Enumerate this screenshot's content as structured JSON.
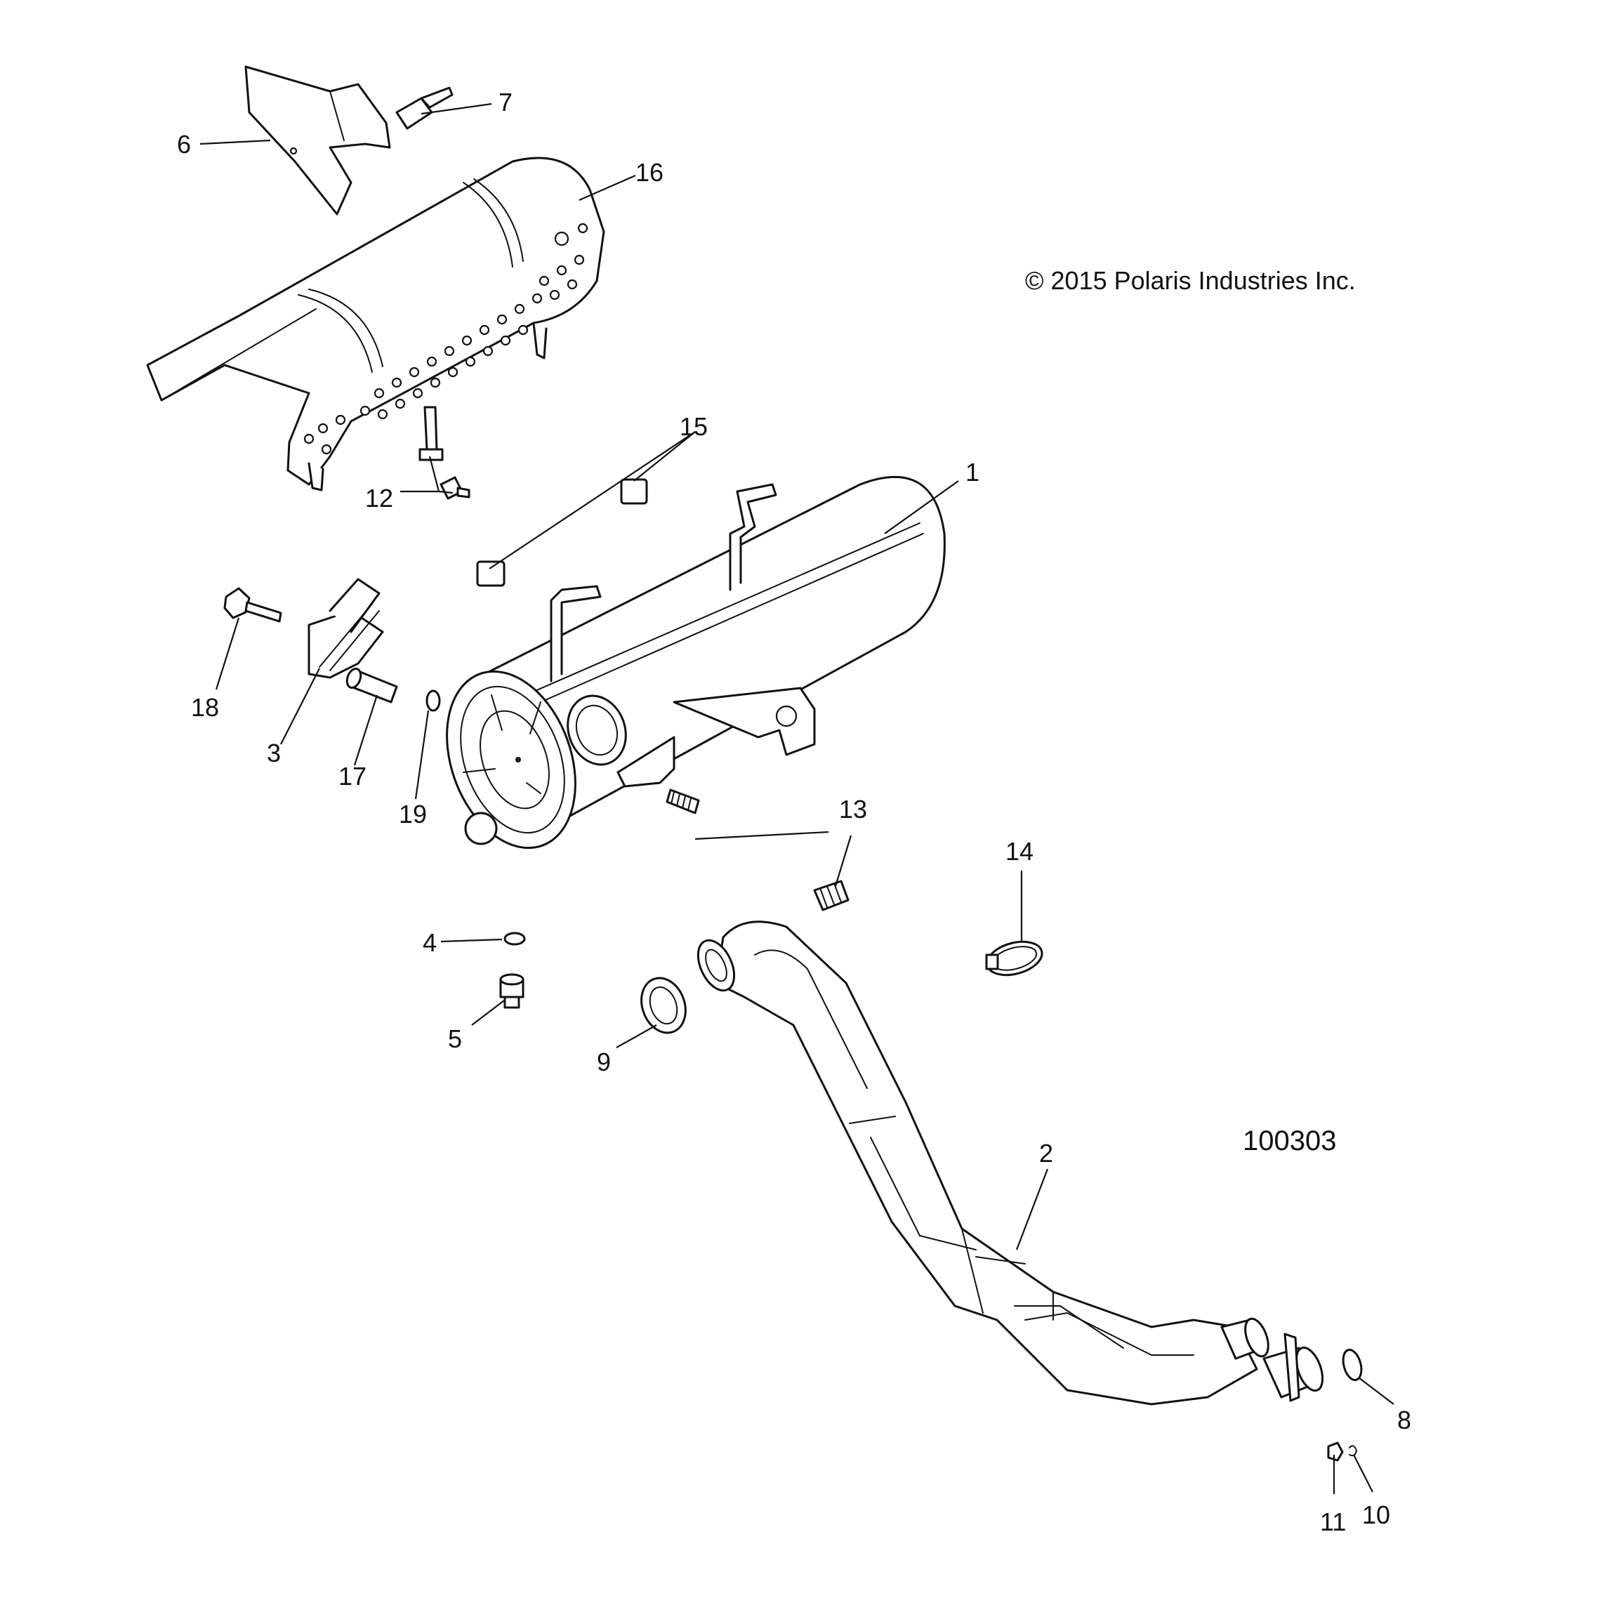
{
  "copyright": "© 2015 Polaris Industries Inc.",
  "diagram_number": "100303",
  "callouts": {
    "c1": "1",
    "c2": "2",
    "c3": "3",
    "c4": "4",
    "c5": "5",
    "c6": "6",
    "c7": "7",
    "c8": "8",
    "c9": "9",
    "c10": "10",
    "c11": "11",
    "c12": "12",
    "c13": "13",
    "c14": "14",
    "c15": "15",
    "c16": "16",
    "c17": "17",
    "c18": "18",
    "c19": "19"
  }
}
